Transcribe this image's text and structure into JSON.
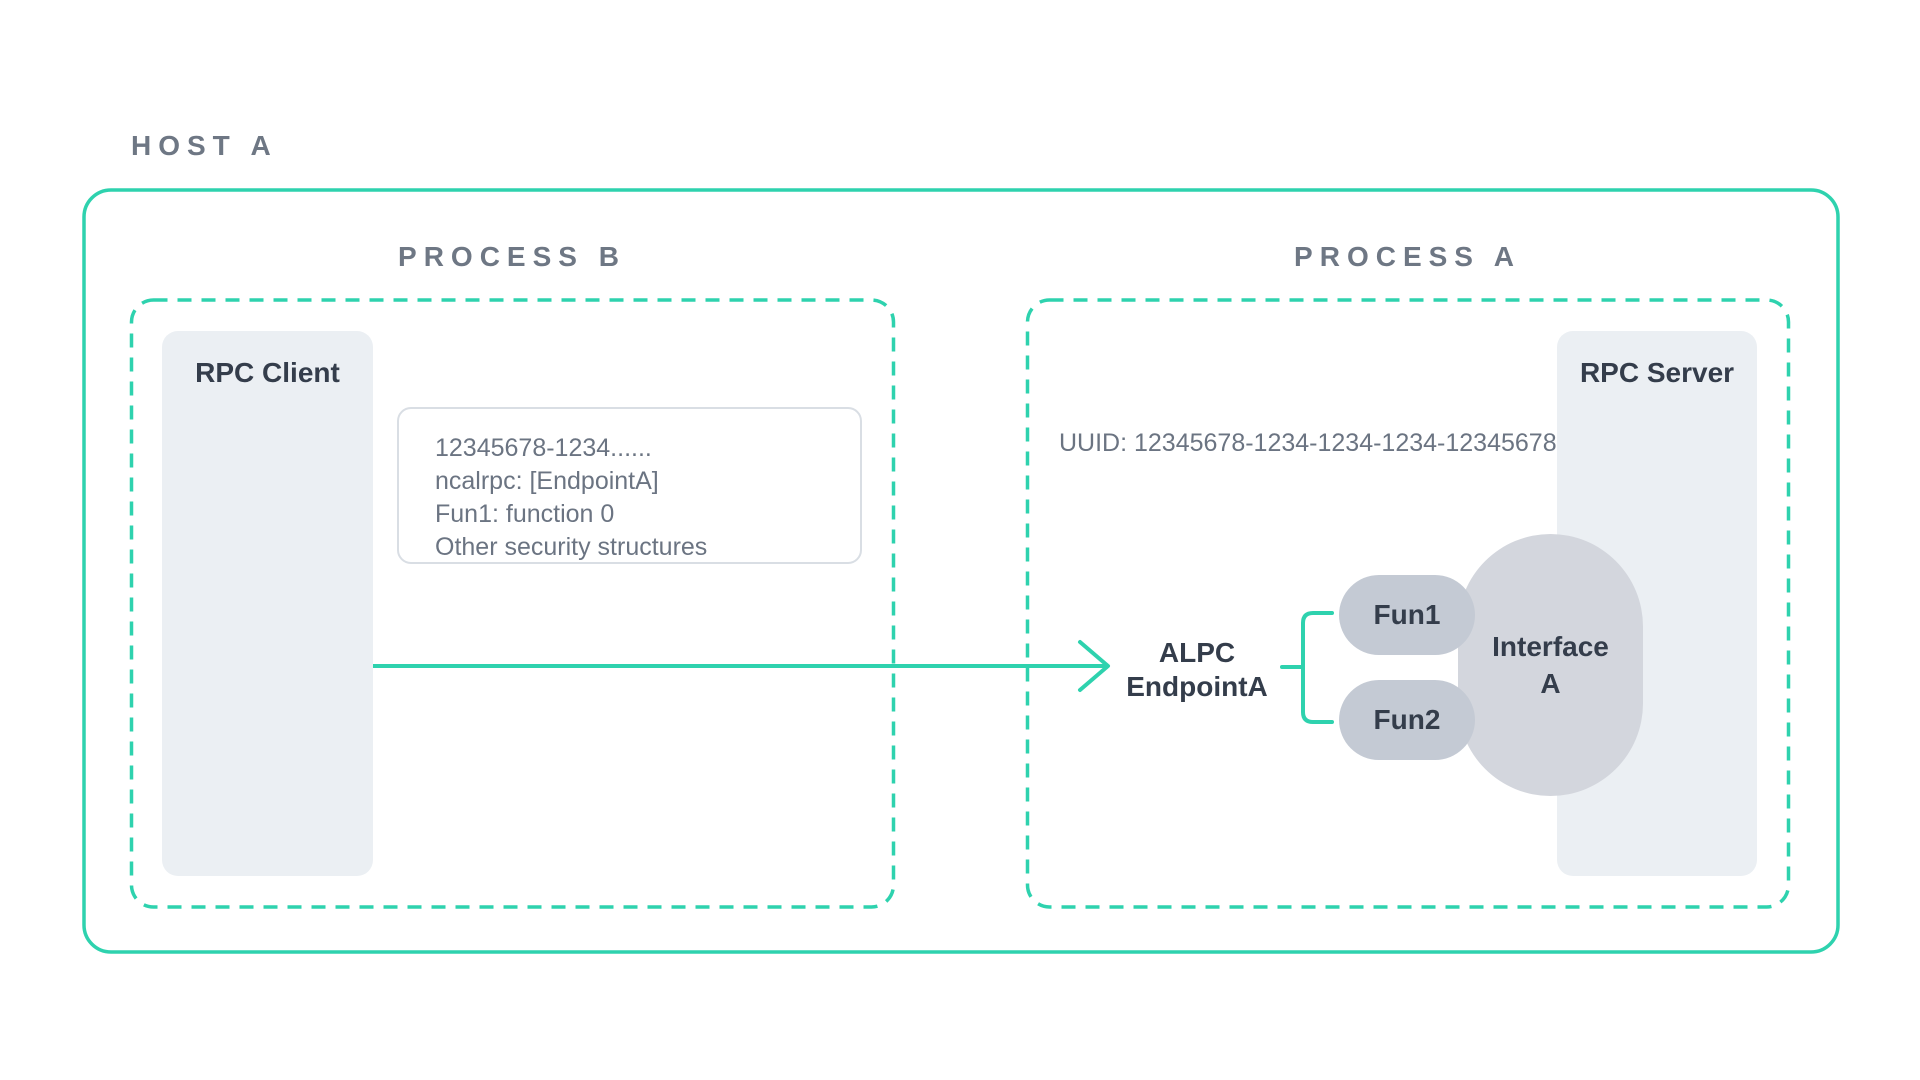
{
  "host": {
    "label": "HOST A"
  },
  "process_b": {
    "label": "PROCESS B",
    "rpc_client_label": "RPC Client",
    "binding_box_lines": [
      "12345678-1234......",
      "ncalrpc: [EndpointA]",
      "Fun1: function 0",
      "Other security structures"
    ]
  },
  "process_a": {
    "label": "PROCESS A",
    "rpc_server_label": "RPC Server",
    "uuid_text": "UUID: 12345678-1234-1234-1234-12345678",
    "endpoint_label_line1": "ALPC",
    "endpoint_label_line2": "EndpointA",
    "functions": [
      "Fun1",
      "Fun2"
    ],
    "interface_label_line1": "Interface",
    "interface_label_line2": "A"
  },
  "colors": {
    "accent_teal": "#2ed2ae",
    "heading_gray": "#6e7784",
    "body_gray": "#6b7482",
    "dark_text": "#343d4b",
    "panel_fill": "#ebeff3",
    "pill_fill": "#c4cad4",
    "blob_fill": "#d3d6dd"
  }
}
